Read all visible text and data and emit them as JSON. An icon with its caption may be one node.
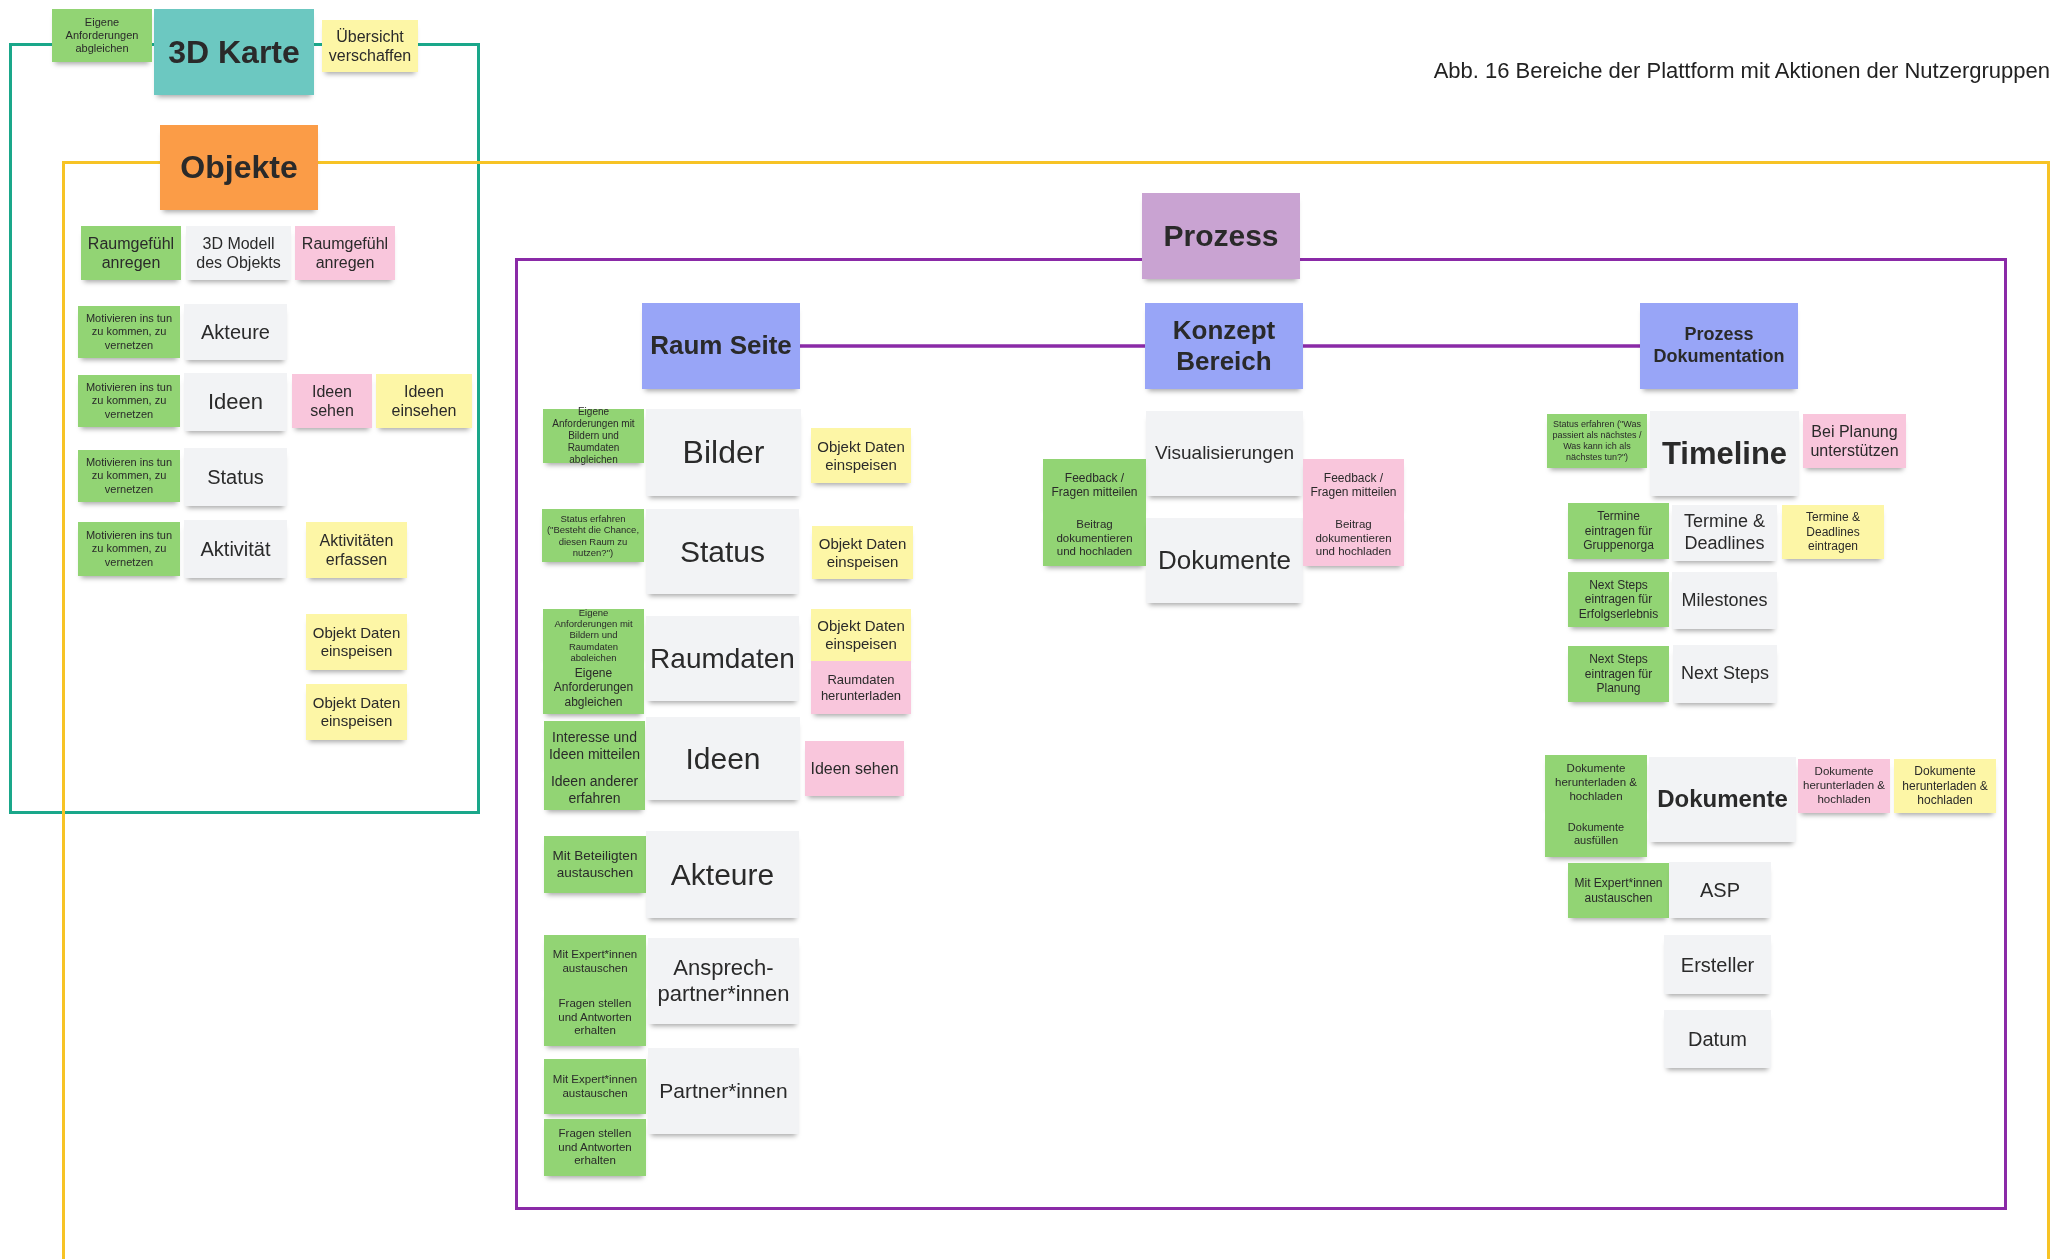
{
  "diagram": {
    "caption": "Abb. 16  Bereiche der Plattform mit Aktionen der Nutzergruppen",
    "nodes": [
      {
        "text": [],
        "shape": "box"
      },
      {
        "text": [],
        "shape": "box"
      },
      {
        "text": [],
        "shape": "box",
        "in": 1
      },
      {
        "text": [
          "3D Karte"
        ]
      },
      {
        "text": [
          "Eigene Anforderungen abgleichen"
        ]
      },
      {
        "text": [
          "Übersicht verschaffen"
        ]
      },
      {
        "text": [
          "Objekte"
        ],
        "in": 0
      },
      {
        "text": [
          "Prozess"
        ],
        "in": 1
      },
      {
        "text": [
          "Raumgefühl anregen"
        ]
      },
      {
        "text": [
          "3D Modell des Objekts"
        ]
      },
      {
        "text": [
          "Raumgefühl anregen"
        ]
      },
      {
        "text": [
          "Motivieren ins tun zu kommen, zu vernetzen"
        ]
      },
      {
        "text": [
          "Akteure"
        ]
      },
      {
        "text": [
          "Motivieren ins tun zu kommen, zu vernetzen"
        ]
      },
      {
        "text": [
          "Ideen"
        ]
      },
      {
        "text": [
          "Ideen sehen"
        ]
      },
      {
        "text": [
          "Ideen einsehen"
        ]
      },
      {
        "text": [
          "Motivieren ins tun zu kommen, zu vernetzen"
        ]
      },
      {
        "text": [
          "Status"
        ]
      },
      {
        "text": [
          "Motivieren ins tun zu kommen, zu vernetzen"
        ]
      },
      {
        "text": [
          "Aktivität"
        ]
      },
      {
        "text": [
          "Aktivitäten erfassen"
        ]
      },
      {
        "text": [
          "Objekt Daten einspeisen"
        ]
      },
      {
        "text": [
          "Objekt Daten einspeisen"
        ]
      },
      {
        "text": [
          "Raum Seite"
        ],
        "in": 2
      },
      {
        "text": [
          "Konzept Bereich"
        ],
        "in": 2
      },
      {
        "text": [
          "Prozess Dokumentation"
        ],
        "in": 2
      },
      {
        "text": [
          "Eigene Anforderungen mit Bildern und Raumdaten abgleichen"
        ],
        "in": 2
      },
      {
        "text": [
          "Bilder"
        ],
        "in": 2
      },
      {
        "text": [
          "Objekt Daten einspeisen"
        ],
        "in": 2
      },
      {
        "text": [
          "Status erfahren (\"Besteht die Chance, diesen Raum zu nutzen?\")"
        ],
        "in": 2
      },
      {
        "text": [
          "Status"
        ],
        "in": 2
      },
      {
        "text": [
          "Objekt Daten einspeisen"
        ],
        "in": 2
      },
      {
        "text": [
          "Eigene Anforderungen mit Bildern und Raumdaten abgleichen"
        ],
        "in": 2
      },
      {
        "text": [
          "Eigene Anforderungen abgleichen"
        ],
        "in": 2
      },
      {
        "text": [
          "Raumdaten"
        ],
        "in": 2
      },
      {
        "text": [
          "Objekt Daten einspeisen"
        ],
        "in": 2
      },
      {
        "text": [
          "Raumdaten herunterladen"
        ],
        "in": 2
      },
      {
        "text": [
          "Interesse und Ideen mitteilen"
        ],
        "in": 2
      },
      {
        "text": [
          "Ideen anderer erfahren"
        ],
        "in": 2
      },
      {
        "text": [
          "Ideen"
        ],
        "in": 2
      },
      {
        "text": [
          "Ideen sehen"
        ],
        "in": 2
      },
      {
        "text": [
          "Mit Beteiligten austauschen"
        ],
        "in": 2
      },
      {
        "text": [
          "Akteure"
        ],
        "in": 2
      },
      {
        "text": [
          "Mit Expert*innen austauschen"
        ],
        "in": 2
      },
      {
        "text": [
          "Fragen stellen und Antworten erhalten"
        ],
        "in": 2
      },
      {
        "text": [
          "Ansprech-partner*innen"
        ],
        "in": 2
      },
      {
        "text": [
          "Mit Expert*innen austauschen"
        ],
        "in": 2
      },
      {
        "text": [
          "Fragen stellen und Antworten erhalten"
        ],
        "in": 2
      },
      {
        "text": [
          "Partner*innen"
        ],
        "in": 2
      },
      {
        "text": [
          "Visualisierungen"
        ],
        "in": 2
      },
      {
        "text": [
          "Feedback / Fragen mitteilen"
        ],
        "in": 2
      },
      {
        "text": [
          "Beitrag dokumentieren und hochladen"
        ],
        "in": 2
      },
      {
        "text": [
          "Dokumente"
        ],
        "in": 2
      },
      {
        "text": [
          "Feedback / Fragen mitteilen"
        ],
        "in": 2
      },
      {
        "text": [
          "Beitrag dokumentieren und hochladen"
        ],
        "in": 2
      },
      {
        "text": [
          "Status erfahren (\"Was passiert als nächstes / Was kann ich als nächstes tun?\")"
        ],
        "in": 2
      },
      {
        "text": [
          "Timeline"
        ],
        "in": 2
      },
      {
        "text": [
          "Bei Planung unterstützen"
        ],
        "in": 2
      },
      {
        "text": [
          "Termine eintragen für Gruppenorga"
        ],
        "in": 2
      },
      {
        "text": [
          "Termine & Deadlines"
        ],
        "in": 2
      },
      {
        "text": [
          "Termine & Deadlines eintragen"
        ],
        "in": 2
      },
      {
        "text": [
          "Next Steps eintragen für Erfolgserlebnis"
        ],
        "in": 2
      },
      {
        "text": [
          "Milestones"
        ],
        "in": 2
      },
      {
        "text": [
          "Next Steps eintragen für Planung"
        ],
        "in": 2
      },
      {
        "text": [
          "Next Steps"
        ],
        "in": 2
      },
      {
        "text": [
          "Dokumente herunterladen & hochladen"
        ],
        "in": 2
      },
      {
        "text": [
          "Dokumente ausfüllen"
        ],
        "in": 2
      },
      {
        "text": [
          "Dokumente"
        ],
        "in": 2
      },
      {
        "text": [
          "Dokumente herunterladen & hochladen"
        ],
        "in": 2
      },
      {
        "text": [
          "Dokumente herunterladen & hochladen"
        ],
        "in": 2
      },
      {
        "text": [
          "Mit Expert*innen austauschen"
        ],
        "in": 2
      },
      {
        "text": [
          "ASP"
        ],
        "in": 2
      },
      {
        "text": [
          "Ersteller"
        ],
        "in": 2
      },
      {
        "text": [
          "Datum"
        ],
        "in": 2
      }
    ],
    "edges": [
      {
        "from": 24,
        "to": 25,
        "arrow": "none"
      },
      {
        "from": 25,
        "to": 26,
        "arrow": "none"
      }
    ]
  }
}
